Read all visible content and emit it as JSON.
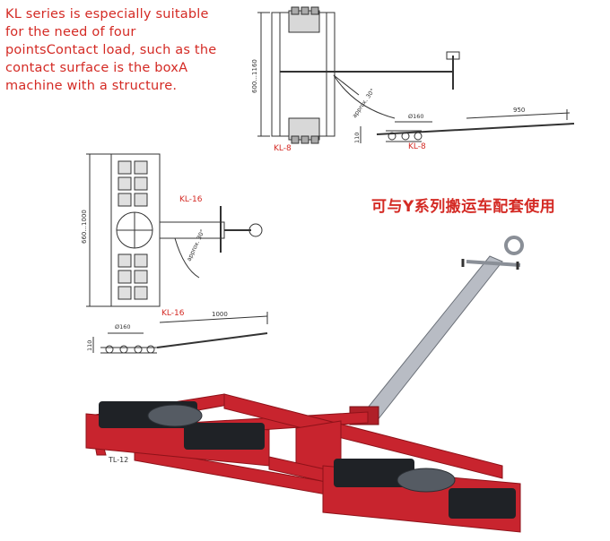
{
  "description_text": "KL series is especially suitable for the need of four pointsContact load, such as the contact surface is the boxA machine with a structure.",
  "chinese_heading": "可与Y系列搬运车配套使用",
  "drawing_kl8": {
    "label_top": "KL-8",
    "label_bottom": "KL-8",
    "dim_width": "600...1160",
    "dim_angle": "approx. 30°",
    "dim_height": "110",
    "dim_diameter": "Ø160",
    "dim_handle": "950"
  },
  "drawing_kl16": {
    "label_top": "KL-16",
    "label_bottom": "KL-16",
    "dim_width": "660...1000",
    "dim_angle": "approx. 30°",
    "dim_height": "110",
    "dim_diameter": "Ø160",
    "dim_handle": "1000"
  },
  "photo": {
    "label": "TL-12",
    "colors": {
      "frame": "#c8242e",
      "frame_dark": "#8e1219",
      "roller": "#1f2226",
      "handle": "#b8bcc4"
    }
  }
}
